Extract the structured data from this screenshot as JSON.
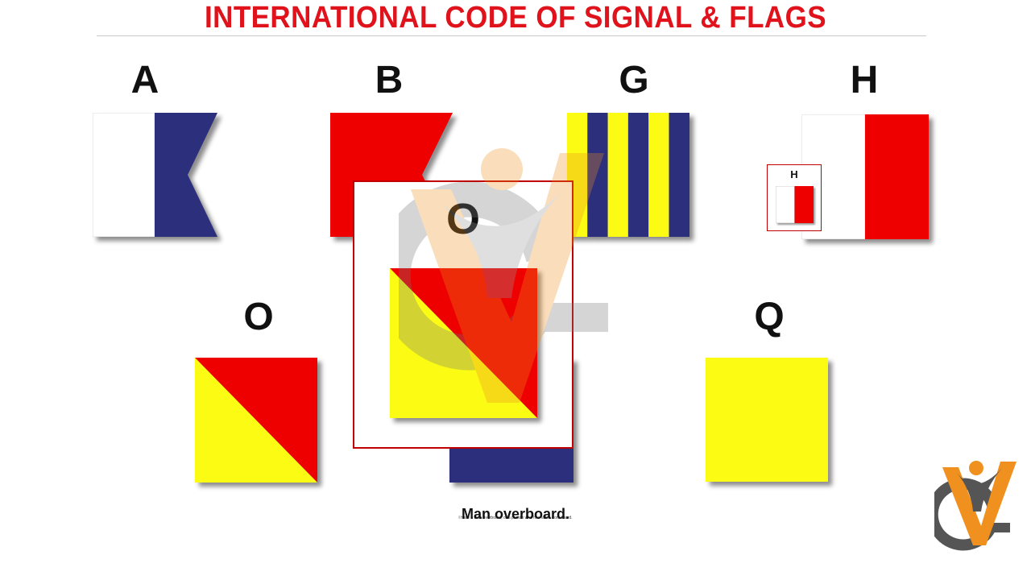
{
  "title": "INTERNATIONAL CODE OF SIGNAL & FLAGS",
  "colors": {
    "title": "#e0121b",
    "red": "#ee0000",
    "yellow": "#fbfb14",
    "navy": "#2b2f7c",
    "white": "#ffffff",
    "logo_orange": "#f0901e",
    "logo_grey": "#555555"
  },
  "flags": [
    {
      "letter": "A"
    },
    {
      "letter": "B"
    },
    {
      "letter": "G"
    },
    {
      "letter": "H"
    },
    {
      "letter": "O"
    },
    {
      "letter": "Q"
    }
  ],
  "popup": {
    "letter": "O"
  },
  "mini_popup": {
    "letter": "H"
  },
  "caption": "Man overboard.",
  "caption_small": "I have a man overboard, or a person who has fallen from board.",
  "icons": {
    "watermark": "vg-logo-watermark",
    "logo": "vg-logo"
  }
}
